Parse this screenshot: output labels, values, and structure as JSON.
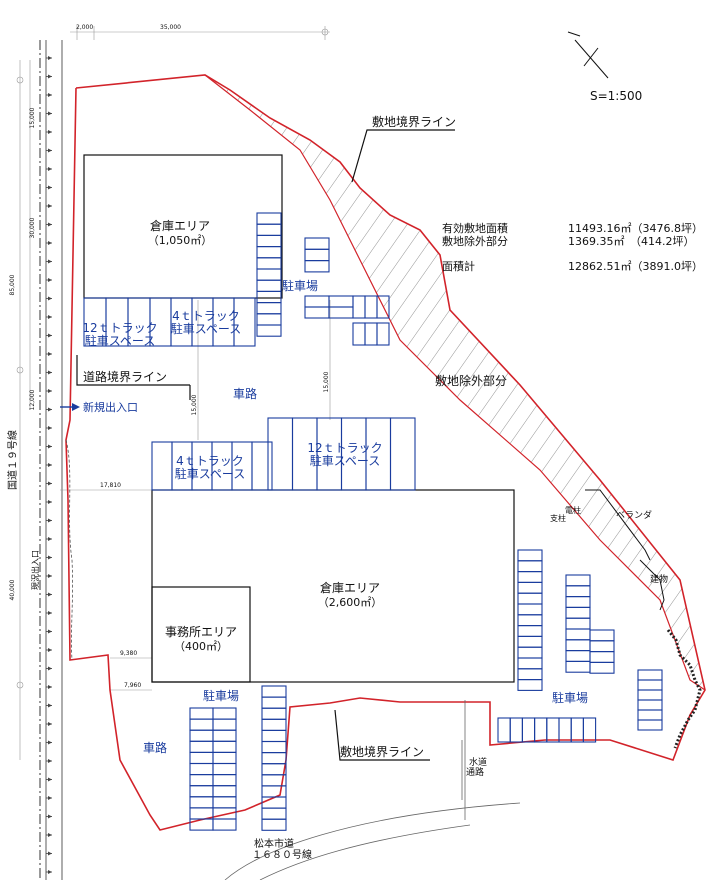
{
  "scale": "S=1:500",
  "area_table": {
    "rows": [
      {
        "label": "有効敷地面積",
        "value": "11493.16㎡（3476.8坪）"
      },
      {
        "label": "敷地除外部分",
        "value": "1369.35㎡　（414.2坪）"
      }
    ],
    "total_label": "面積計",
    "total_value": "12862.51㎡（3891.0坪）"
  },
  "labels": {
    "site_boundary": "敷地境界ライン",
    "road_boundary": "道路境界ライン",
    "new_entrance": "新規出入口",
    "excluded_part": "敷地除外部分",
    "route_19": "国道１９号線",
    "existing_entrance": "現況出入口",
    "city_road_1": "松本市道",
    "city_road_2": "１６８０号線",
    "water_path_1": "水道",
    "water_path_2": "通路",
    "veranda": "ベランダ",
    "building": "建物",
    "pole_1": "電柱",
    "pole_2": "支柱"
  },
  "warehouse_a": {
    "title": "倉庫エリア",
    "area": "（1,050㎡）"
  },
  "warehouse_b": {
    "title": "倉庫エリア",
    "area": "（2,600㎡）"
  },
  "office": {
    "title": "事務所エリア",
    "area": "（400㎡）"
  },
  "zones": {
    "truck12_a_1": "12ｔトラック",
    "truck12_a_2": "駐車スペース",
    "truck4_a_1": "4ｔトラック",
    "truck4_a_2": "駐車スペース",
    "truck4_b_1": "4ｔトラック",
    "truck4_b_2": "駐車スペース",
    "truck12_b_1": "12ｔトラック",
    "truck12_b_2": "駐車スペース",
    "parking_1": "駐車場",
    "parking_2": "駐車場",
    "parking_3": "駐車場",
    "road_1": "車路",
    "road_2": "車路"
  },
  "dimensions": {
    "top_1": "2,000",
    "top_2": "35,000",
    "left_1": "15,000",
    "left_2": "30,000",
    "left_3": "85,000",
    "left_4": "12,000",
    "left_5": "40,000",
    "mid_1": "15,000",
    "mid_2": "15,000",
    "mid_3": "17,810",
    "mid_4": "9,380",
    "mid_5": "7,960"
  },
  "colors": {
    "boundary": "#d2232a",
    "parking": "#1a3c9e",
    "ink": "#111111"
  }
}
